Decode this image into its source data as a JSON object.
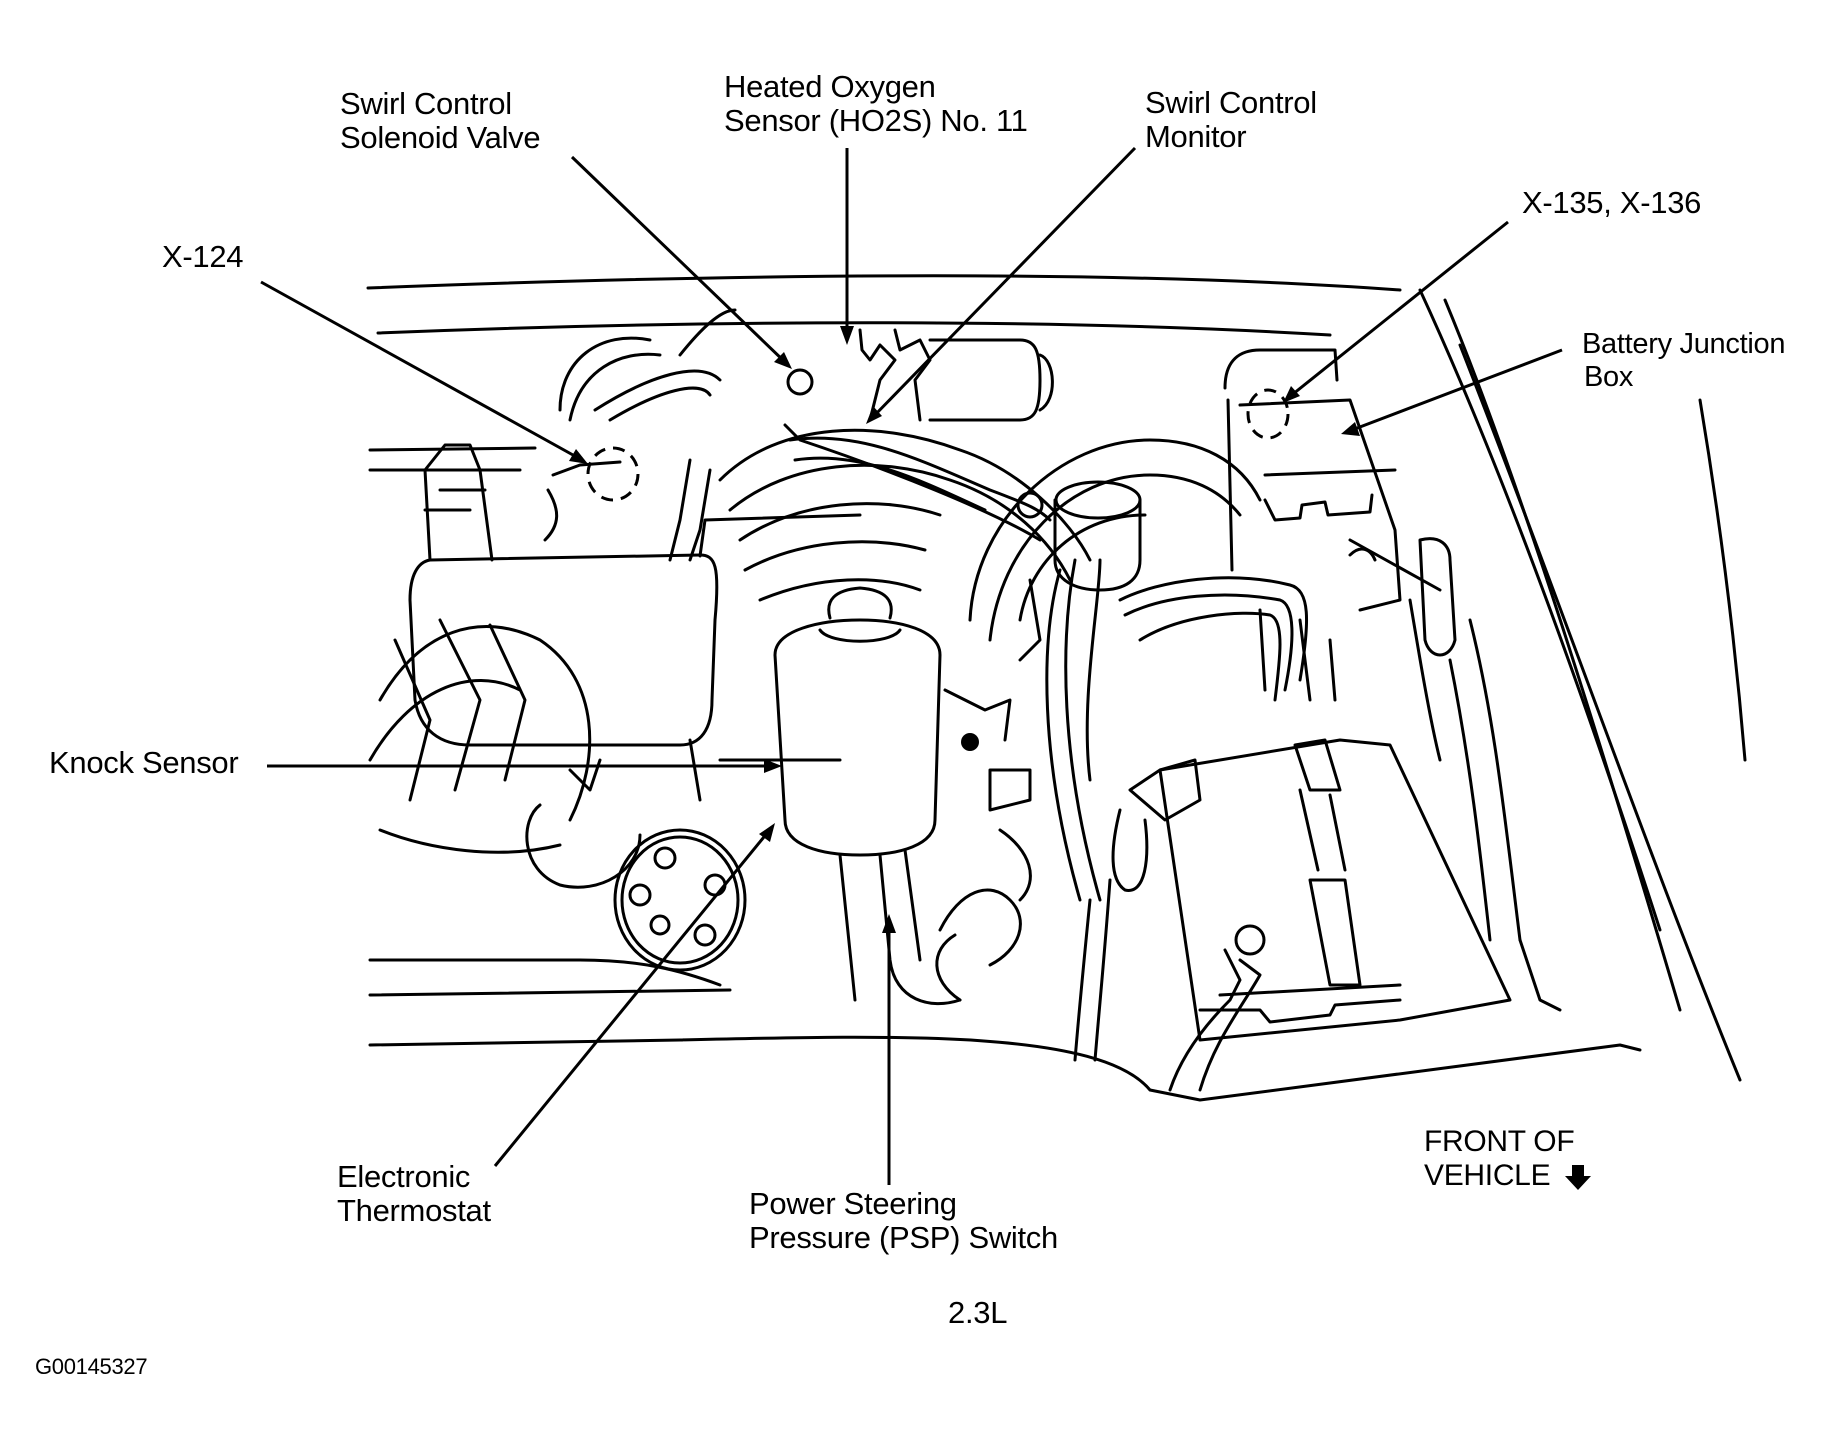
{
  "diagram": {
    "title": "2.3L",
    "figure_id": "G00145327",
    "orientation": {
      "line1": "FRONT OF",
      "line2": "VEHICLE",
      "icon": "arrow-down-icon"
    },
    "callouts": [
      {
        "id": "swirl-control-solenoid-valve",
        "lines": [
          "Swirl Control",
          "Solenoid Valve"
        ]
      },
      {
        "id": "heated-oxygen-sensor",
        "lines": [
          "Heated Oxygen",
          "Sensor (HO2S) No. 11"
        ]
      },
      {
        "id": "swirl-control-monitor",
        "lines": [
          "Swirl Control",
          "Monitor"
        ]
      },
      {
        "id": "x-124",
        "lines": [
          "X-124"
        ]
      },
      {
        "id": "x-135-x-136",
        "lines": [
          "X-135, X-136"
        ]
      },
      {
        "id": "battery-junction-box",
        "lines": [
          "Battery Junction",
          "Box"
        ]
      },
      {
        "id": "knock-sensor",
        "lines": [
          "Knock Sensor"
        ]
      },
      {
        "id": "electronic-thermostat",
        "lines": [
          "Electronic",
          "Thermostat"
        ]
      },
      {
        "id": "psp-switch",
        "lines": [
          "Power Steering",
          "Pressure (PSP) Switch"
        ]
      }
    ]
  }
}
